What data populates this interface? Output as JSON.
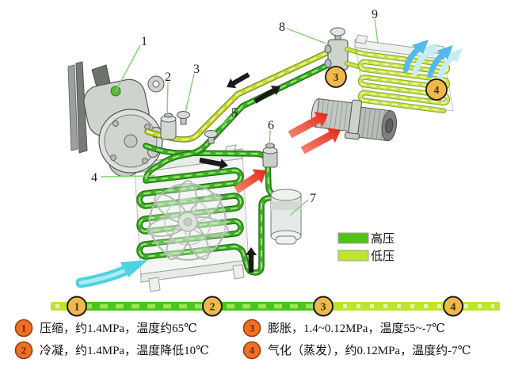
{
  "diagram": {
    "part_labels": [
      "1",
      "2",
      "3",
      "4",
      "5",
      "6",
      "7",
      "8",
      "9"
    ],
    "legend": {
      "items": [
        {
          "label": "高压",
          "color": "#50c316"
        },
        {
          "label": "低压",
          "color": "#bfe42e"
        }
      ]
    },
    "stage_bar": {
      "labels": [
        "1",
        "2",
        "3",
        "4"
      ]
    },
    "stages": [
      {
        "num": "1",
        "text": "压缩，约1.4MPa，温度约65℃"
      },
      {
        "num": "2",
        "text": "冷凝，约1.4MPa，温度降低10℃"
      },
      {
        "num": "3",
        "text": "膨胀，1.4~0.12MPa，温度55~-7℃"
      },
      {
        "num": "4",
        "text": "气化（蒸发），约0.12MPa，温度约-7℃"
      }
    ],
    "colors": {
      "high_pressure": "#50c316",
      "low_pressure": "#bfe42e",
      "pipe_dark_green": "#3fae2a",
      "pipe_light_green": "#c6da36",
      "stage_marker": "#f0b84c",
      "list_marker": "#ed7125",
      "hot_air": "#e22718",
      "cold_air": "#4ed2e2"
    }
  }
}
